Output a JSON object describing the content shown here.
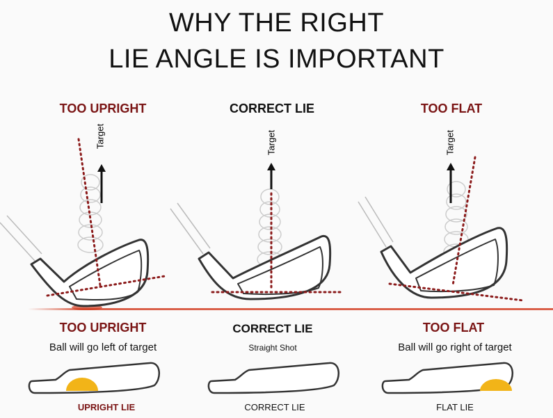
{
  "title": {
    "line1": "WHY THE RIGHT",
    "line2": "LIE ANGLE IS IMPORTANT"
  },
  "target_label": "Target",
  "panels": [
    {
      "heading": "TOO UPRIGHT",
      "result_heading": "TOO UPRIGHT",
      "description": "Ball will go left of target",
      "sole_label": "UPRIGHT LIE"
    },
    {
      "heading": "CORRECT LIE",
      "result_heading": "CORRECT LIE",
      "description": "Straight Shot",
      "sole_label": "CORRECT LIE"
    },
    {
      "heading": "TOO FLAT",
      "result_heading": "TOO FLAT",
      "description": "Ball will go right of target",
      "sole_label": "FLAT LIE"
    }
  ],
  "colors": {
    "accent": "#7a1414",
    "dotted": "#8b1a1a",
    "contact": "#f2b418",
    "ground": "#d23a1e"
  }
}
